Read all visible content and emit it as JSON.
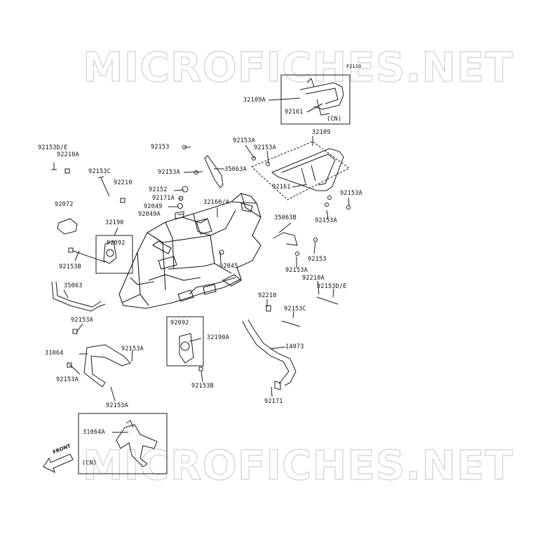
{
  "watermark": {
    "text": "MICROFICHES.NET"
  },
  "figure_code": "F2120",
  "front_label": "FRONT",
  "labels": {
    "p32109A": "32109A",
    "p92161_top": "92161",
    "cn_top": "(CN)",
    "p32109": "32109",
    "p92153DE_l": "92153D/E",
    "p92210A_l": "92210A",
    "p92153_top": "92153",
    "p92153A_a": "92153A",
    "p92153A_b": "92153A",
    "p35063A": "35063A",
    "p92153A_c": "92153A",
    "p92153C_l": "92153C",
    "p92210_l": "92210",
    "p92152": "92152",
    "p92171A": "92171A",
    "p92049": "92049",
    "p92049A": "92049A",
    "p32160A": "32160/A",
    "p92161_mid": "92161",
    "p92153A_r": "92153A",
    "p92153A_r2": "92153A",
    "p92072": "92072",
    "p32190": "32190",
    "p92092_l": "92092",
    "p92153B_l": "92153B",
    "p35063B": "35063B",
    "p92153_r": "92153",
    "p92153A_r3": "92153A",
    "p92045": "92045",
    "p92210A_r": "92210A",
    "p92153DE_r": "92153D/E",
    "p35063": "35063",
    "p92210_r": "92210",
    "p92153C_r": "92153C",
    "p92153A_d": "92153A",
    "p92092_m": "92092",
    "p32190A": "32190A",
    "p14073": "14073",
    "p31064": "31064",
    "p92153A_e": "92153A",
    "p92153A_f": "92153A",
    "p92153B_m": "92153B",
    "p92171": "92171",
    "p92153A_g": "92153A",
    "p31064A": "31064A",
    "cn_bottom": "(CN)"
  },
  "colors": {
    "line": "#1a1a1a",
    "watermark_outline": "#cfcfcf",
    "background": "#ffffff"
  }
}
